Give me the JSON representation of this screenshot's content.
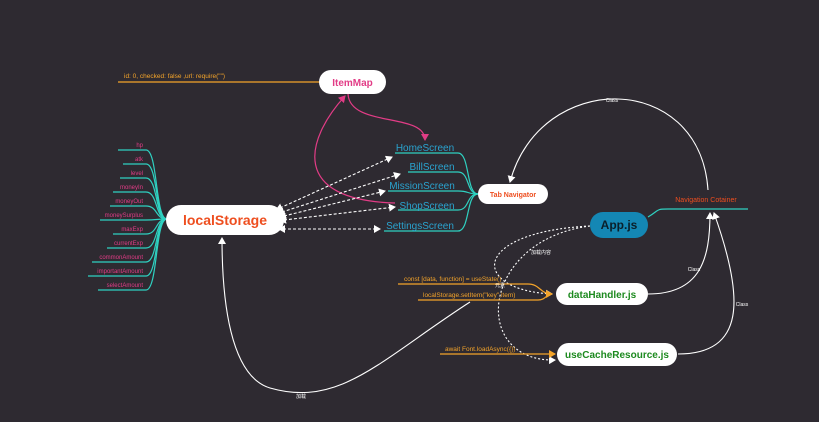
{
  "colors": {
    "background": "#2e2a31",
    "teal": "#2fd1c1",
    "cyan_text": "#2aa3cf",
    "orange": "#f4a42a",
    "orange_red": "#ee4e1f",
    "pink": "#e23c86",
    "green": "#1d8a1f",
    "white": "#ffffff",
    "appjs_fill": "#1487b4",
    "appjs_text": "#0a1f2a"
  },
  "nodes": {
    "item_map": "ItemMap",
    "local_storage": "localStorage",
    "tab_navigator": "Tab Navigator",
    "app_js": "App.js",
    "data_handler": "dataHandler.js",
    "use_cache": "useCacheResource.js",
    "navigation_container": "Navigation Cotainer"
  },
  "screens": [
    "HomeScreen",
    "BillScreen",
    "MissionScreen",
    "ShopScreen",
    "SettingsScreen"
  ],
  "storage_keys": [
    "hp",
    "atk",
    "level",
    "moneyIn",
    "moneyOut",
    "moneySurplus",
    "maxExp",
    "currentExp",
    "commonAmount",
    "importantAmount",
    "selectAmount"
  ],
  "annotations": {
    "item_props": "id: 0, checked: false ,url: require(\"\")",
    "use_state": "const [data, function] = useState()",
    "set_item": "localStorage.setItem(\"key\",item)",
    "load_font": "await Font.loadAsync({})"
  },
  "edge_labels": {
    "class_top": "Class",
    "class_data": "Class",
    "class_cache": "Class",
    "app_dashed": "加载内容",
    "elements": "元素",
    "bottom": "加载"
  }
}
